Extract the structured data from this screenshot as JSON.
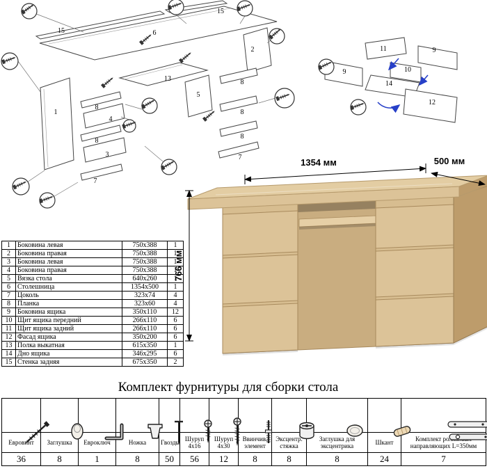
{
  "desk": {
    "dim_width": "1354 мм",
    "dim_depth": "500 мм",
    "dim_height": "766 мм",
    "colors": {
      "top": "#e3cda3",
      "front": "#d7bd90",
      "drawer": "#dcc398",
      "side": "#bd9c6b",
      "opening": "#c9ad80",
      "tray": "#e6cfa6"
    }
  },
  "diagram_main": {
    "labels": [
      "15",
      "6",
      "15",
      "2",
      "1",
      "13",
      "5",
      "8",
      "4",
      "8",
      "3",
      "7",
      "8",
      "8",
      "8",
      "7"
    ]
  },
  "diagram_drawer": {
    "labels": [
      "11",
      "9",
      "9",
      "10",
      "14",
      "12"
    ],
    "arrow_color": "#2740c8"
  },
  "parts_table": {
    "rows": [
      {
        "num": "1",
        "name": "Боковина левая",
        "size": "750x388",
        "qty": "1"
      },
      {
        "num": "2",
        "name": "Боковина правая",
        "size": "750x388",
        "qty": "1"
      },
      {
        "num": "3",
        "name": "Боковина левая",
        "size": "750x388",
        "qty": "1"
      },
      {
        "num": "4",
        "name": "Боковина правая",
        "size": "750x388",
        "qty": "1"
      },
      {
        "num": "5",
        "name": "Вязка стола",
        "size": "640x260",
        "qty": "1"
      },
      {
        "num": "6",
        "name": "Столешница",
        "size": "1354x500",
        "qty": "1"
      },
      {
        "num": "7",
        "name": "Цоколь",
        "size": "323x74",
        "qty": "4"
      },
      {
        "num": "8",
        "name": "Планка",
        "size": "323x60",
        "qty": "4"
      },
      {
        "num": "9",
        "name": "Боковина ящика",
        "size": "350x110",
        "qty": "12"
      },
      {
        "num": "10",
        "name": "Щит ящика передний",
        "size": "266x110",
        "qty": "6"
      },
      {
        "num": "11",
        "name": "Щит ящика задний",
        "size": "266x110",
        "qty": "6"
      },
      {
        "num": "12",
        "name": "Фасад ящика",
        "size": "350x200",
        "qty": "6"
      },
      {
        "num": "13",
        "name": "Полка выкатная",
        "size": "615x350",
        "qty": "1"
      },
      {
        "num": "14",
        "name": "Дно ящика",
        "size": "346x295",
        "qty": "6"
      },
      {
        "num": "15",
        "name": "Стенка задняя",
        "size": "675x350",
        "qty": "2"
      }
    ]
  },
  "hardware": {
    "title": "Комплект фурнитуры для сборки стола",
    "items": [
      {
        "icon": "confirmat-screw-icon",
        "label": "Евровинт",
        "qty": "36"
      },
      {
        "icon": "plug-icon",
        "label": "Заглушка",
        "qty": "8"
      },
      {
        "icon": "hex-key-icon",
        "label": "Евроключ",
        "qty": "1"
      },
      {
        "icon": "leg-icon",
        "label": "Ножка",
        "qty": "8"
      },
      {
        "icon": "nail-icon",
        "label": "Гвоздь",
        "qty": "50"
      },
      {
        "icon": "screw-4x16-icon",
        "label": "Шуруп 4x16",
        "qty": "56"
      },
      {
        "icon": "screw-4x30-icon",
        "label": "Шуруп 4x30",
        "qty": "12"
      },
      {
        "icon": "stud-icon",
        "label": "Ввинчив. элемент",
        "qty": "8"
      },
      {
        "icon": "cam-lock-icon",
        "label": "Эксцентр. стяжка",
        "qty": "8"
      },
      {
        "icon": "cam-cover-icon",
        "label": "Заглушка для эксцентрика",
        "qty": "8"
      },
      {
        "icon": "dowel-icon",
        "label": "Шкант",
        "qty": "24"
      },
      {
        "icon": "drawer-slides-icon",
        "label": "Комплект роликовых направляющих L=350мм",
        "qty": "7"
      }
    ]
  }
}
